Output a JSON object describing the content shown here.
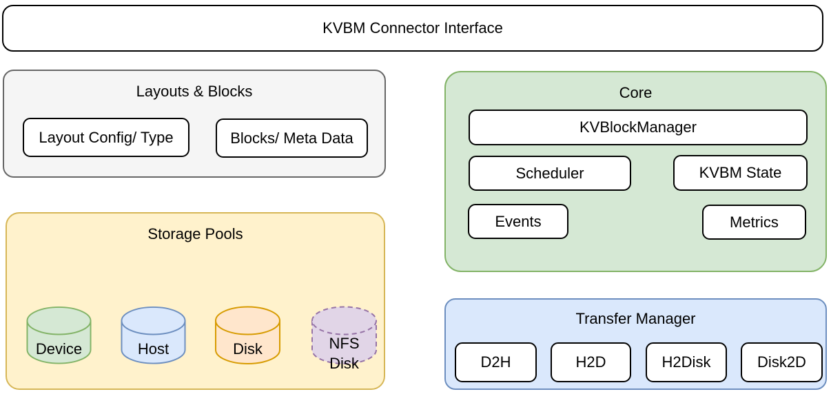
{
  "header": {
    "title": "KVBM Connector Interface"
  },
  "groups": {
    "layouts": {
      "title": "Layouts & Blocks",
      "colors": {
        "fill": "#F5F5F5",
        "stroke": "#666666"
      },
      "layout_config": "Layout Config/ Type",
      "blocks_meta": "Blocks/ Meta Data"
    },
    "core": {
      "title": "Core",
      "colors": {
        "fill": "#D5E8D4",
        "stroke": "#82B366"
      },
      "kvblockmanager": "KVBlockManager",
      "scheduler": "Scheduler",
      "kvbm_state": "KVBM State",
      "events": "Events",
      "metrics": "Metrics"
    },
    "storage": {
      "title": "Storage Pools",
      "colors": {
        "fill": "#FFF2CC",
        "stroke": "#D6B656"
      },
      "pools": [
        {
          "label": "Device",
          "fill": "#D5E8D4",
          "stroke": "#82B366",
          "border_style": "solid"
        },
        {
          "label": "Host",
          "fill": "#DAE8FC",
          "stroke": "#6C8EBF",
          "border_style": "solid"
        },
        {
          "label": "Disk",
          "fill": "#FFE6CC",
          "stroke": "#D79B00",
          "border_style": "solid"
        },
        {
          "label": "NFS\nDisk",
          "fill": "#E1D5E7",
          "stroke": "#9673A6",
          "border_style": "dashed"
        }
      ]
    },
    "transfer": {
      "title": "Transfer Manager",
      "colors": {
        "fill": "#DAE8FC",
        "stroke": "#6C8EBF"
      },
      "d2h": "D2H",
      "h2d": "H2D",
      "h2disk": "H2Disk",
      "disk2d": "Disk2D"
    }
  }
}
